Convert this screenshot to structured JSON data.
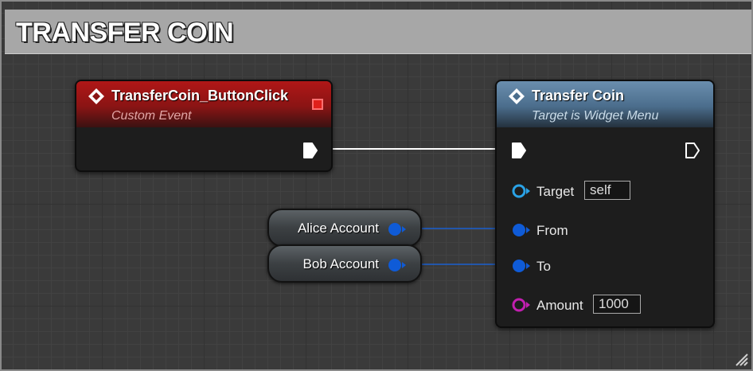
{
  "comment": {
    "title": "TRANSFER COIN"
  },
  "event_node": {
    "title": "TransferCoin_ButtonClick",
    "subtitle": "Custom Event"
  },
  "function_node": {
    "title": "Transfer Coin",
    "subtitle": "Target is Widget Menu",
    "pins": {
      "target_label": "Target",
      "target_value": "self",
      "from_label": "From",
      "to_label": "To",
      "amount_label": "Amount",
      "amount_value": "1000"
    }
  },
  "variables": [
    {
      "label": "Alice Account"
    },
    {
      "label": "Bob Account"
    }
  ],
  "colors": {
    "event_header": "#b01717",
    "function_header": "#4b6d8c",
    "object_pin": "#0f5bd7",
    "target_pin": "#2aa2e6",
    "integer_pin": "#c21fb0",
    "exec_wire": "#ffffff"
  },
  "icons": {
    "event": "event-diamond-icon",
    "function": "function-diamond-icon",
    "exec_pin": "exec-arrow-icon",
    "stop": "stop-icon",
    "resize": "resize-grip-icon"
  }
}
